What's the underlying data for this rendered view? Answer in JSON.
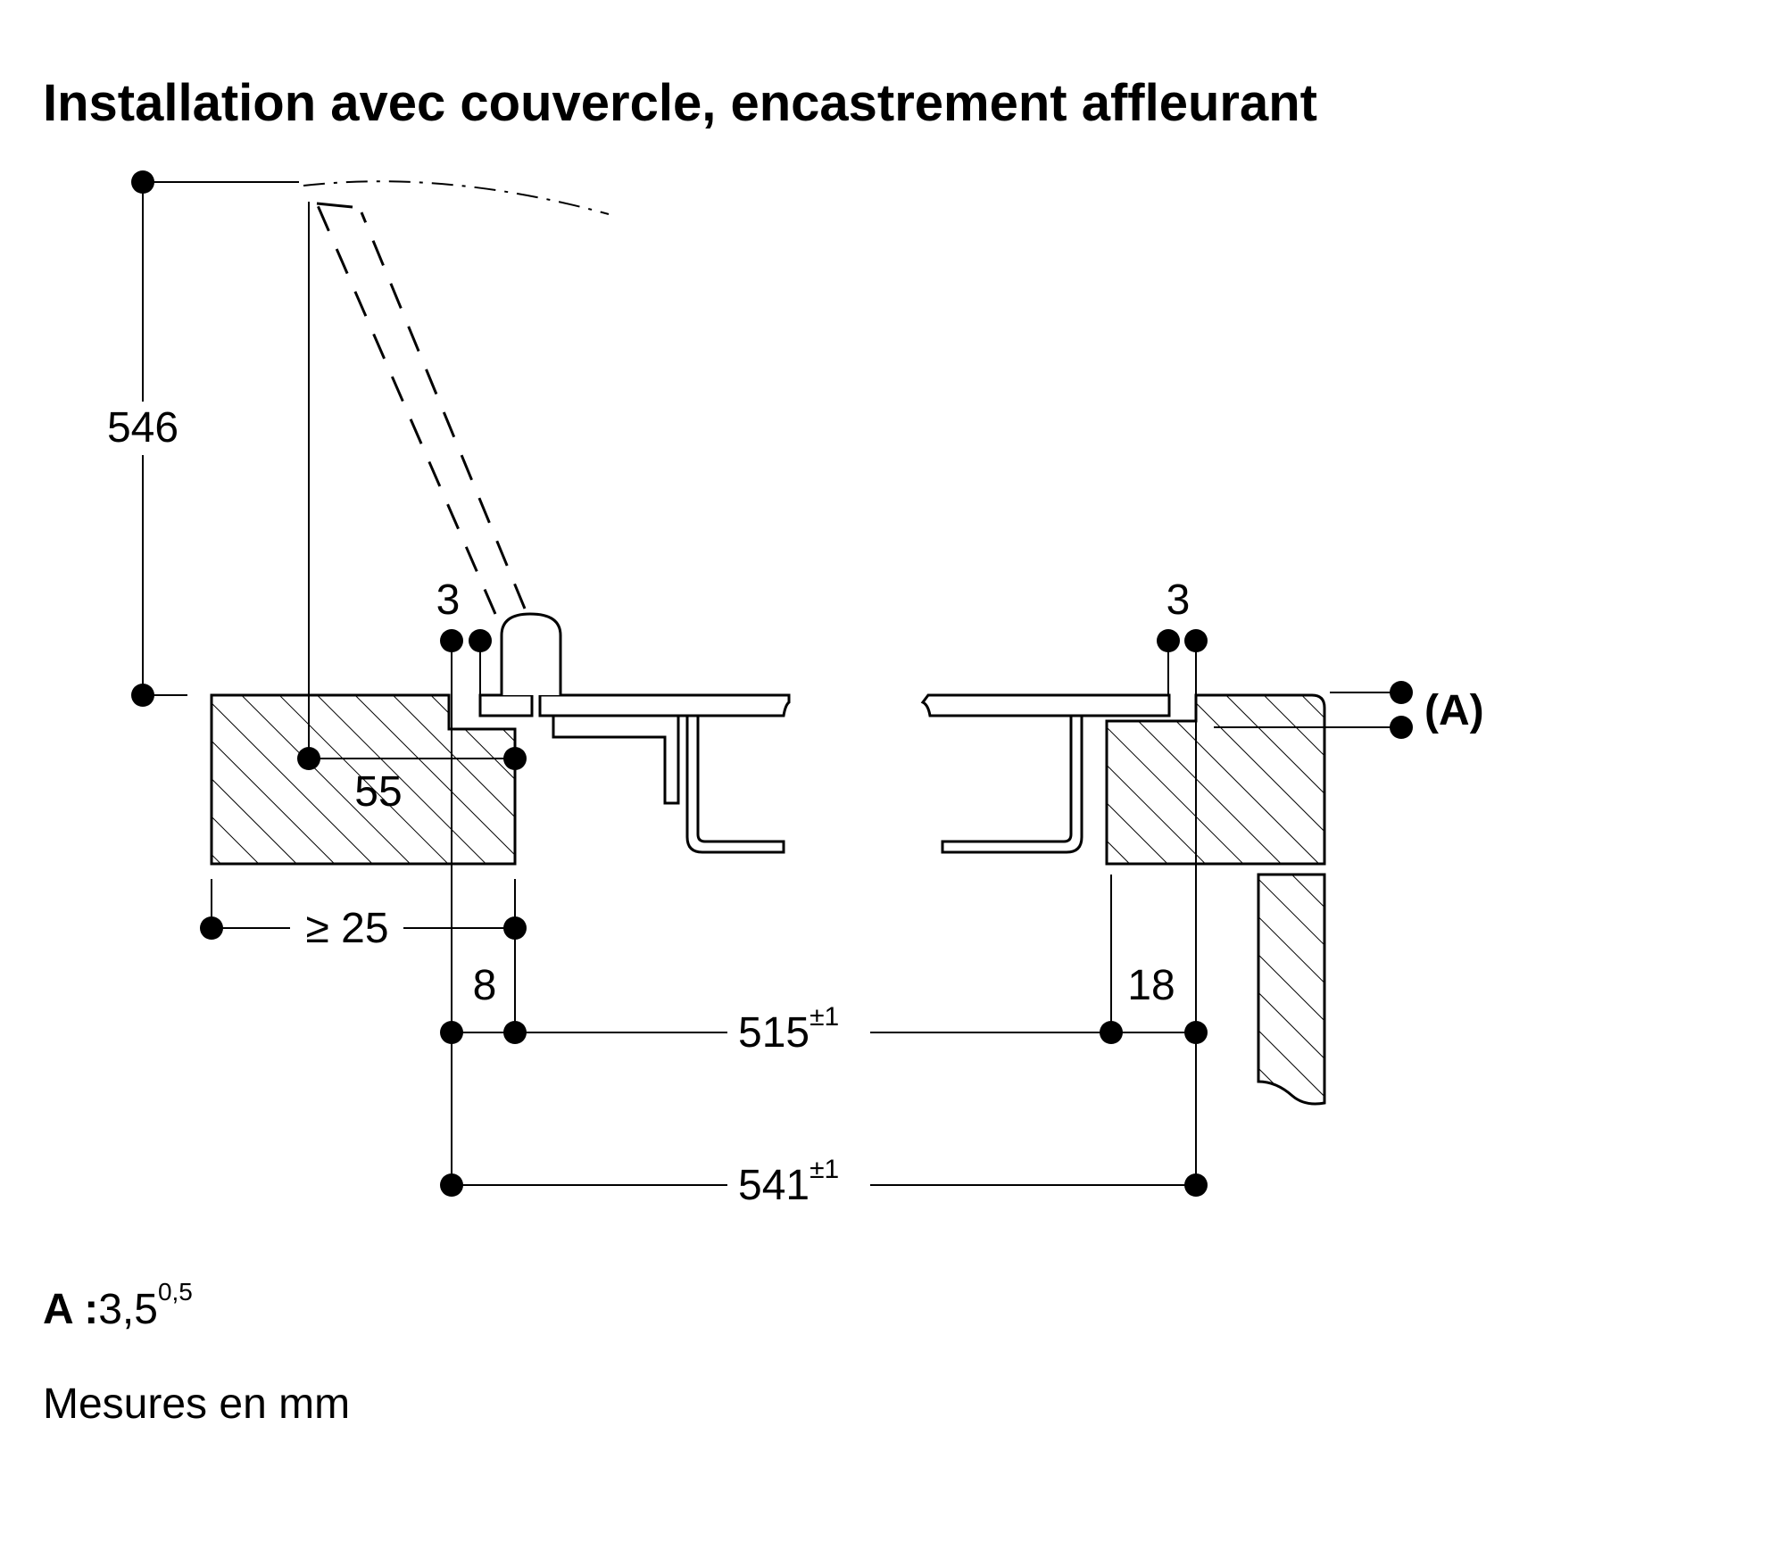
{
  "title": "Installation avec couvercle, encastrement affleurant",
  "dimensions": {
    "lid_height": "546",
    "gap_left": "3",
    "gap_right": "3",
    "rebate_width": "55",
    "min_edge": "≥ 25",
    "step": "8",
    "step_right": "18",
    "cutout_inner": "515",
    "cutout_inner_tol": "±1",
    "cutout_outer": "541",
    "cutout_outer_tol": "±1",
    "a_marker": "(A)"
  },
  "legend": {
    "a_label": "A :",
    "a_value": "3,5",
    "a_tol": "0,5",
    "units": "Mesures en mm"
  }
}
